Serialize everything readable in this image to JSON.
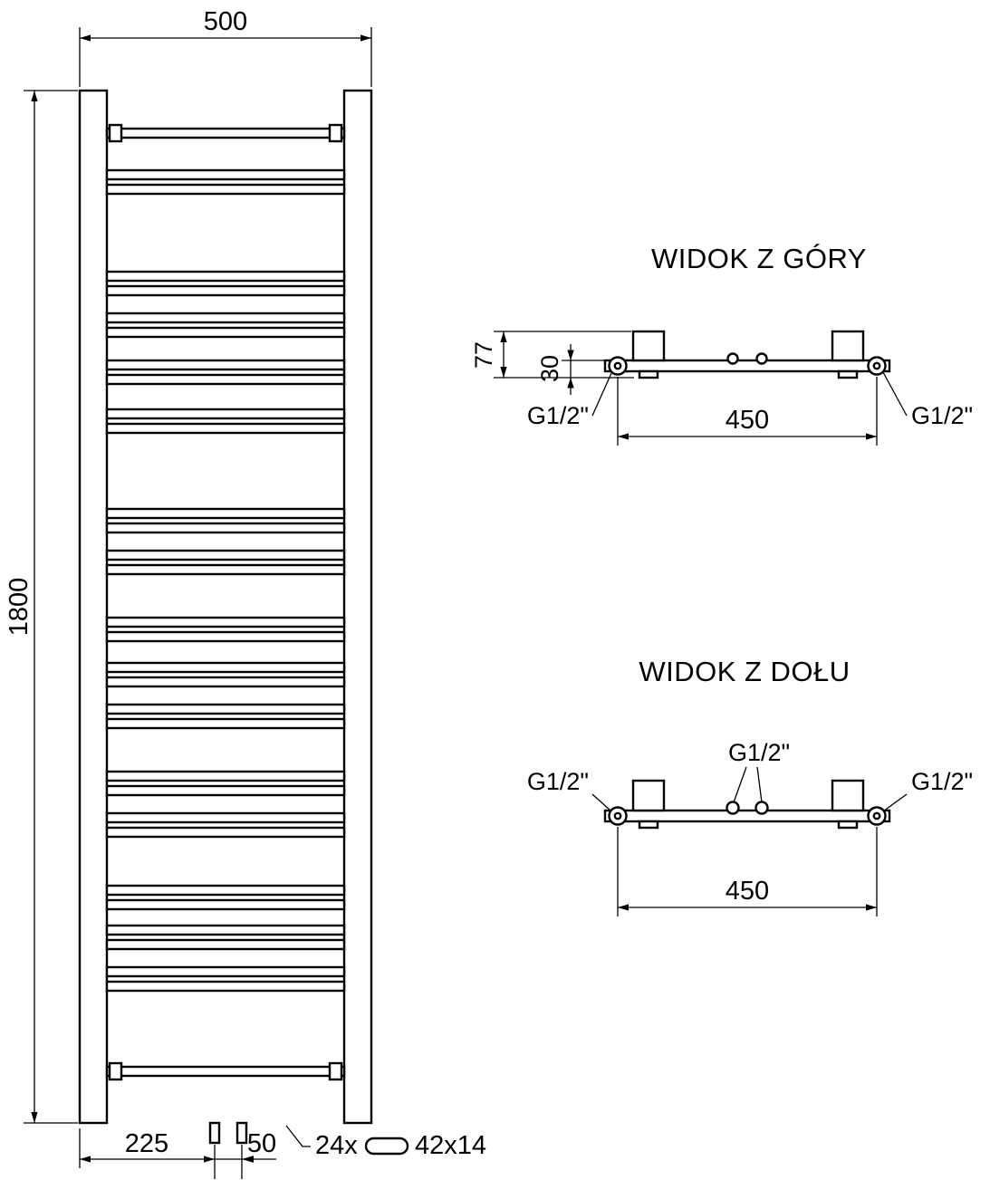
{
  "front_view": {
    "width_label": "500",
    "height_label": "1800",
    "bottom_dim_left": "225",
    "bottom_dim_right": "50",
    "tube_count": "24x",
    "tube_profile": "42x14"
  },
  "top_view": {
    "title": "WIDOK Z GÓRY",
    "depth_label": "77",
    "offset_label": "30",
    "span_label": "450",
    "port_left": "G1/2\"",
    "port_right": "G1/2\""
  },
  "bottom_view": {
    "title": "WIDOK Z DOŁU",
    "span_label": "450",
    "port_left": "G1/2\"",
    "port_center": "G1/2\"",
    "port_right": "G1/2\""
  },
  "colors": {
    "line": "#000000",
    "background": "#ffffff"
  }
}
